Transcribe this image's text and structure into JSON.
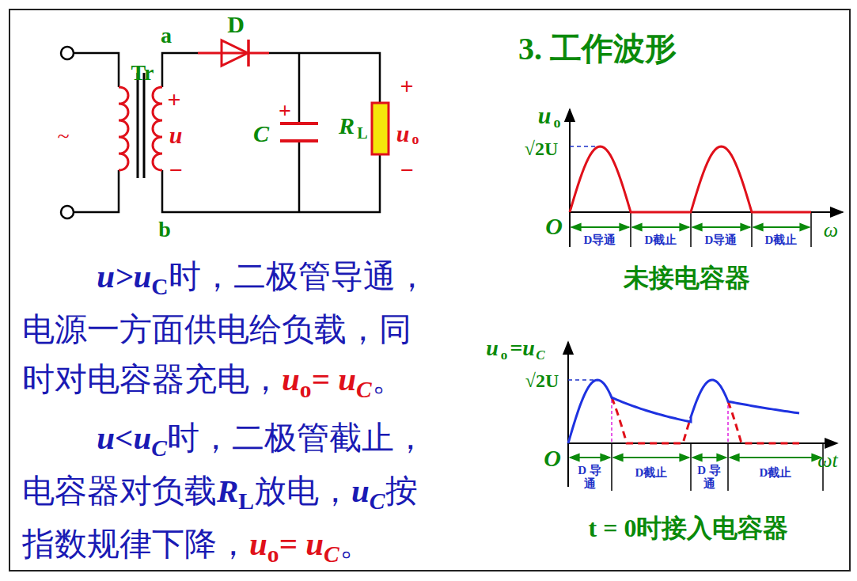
{
  "diagram": {
    "title": "3. 工作波形",
    "labels": [
      "a",
      "D",
      "Tr",
      "~",
      "+",
      "u",
      "−",
      "b",
      "+",
      "C",
      "R",
      "L",
      "+",
      "u",
      "o",
      "−",
      "u>u",
      "C",
      "时，二极管导通，电源一方面供电给负载，同时对电容器充电，",
      "u",
      "o",
      "= u",
      "C",
      "。",
      "u<u",
      "C",
      "时，二极管截止，电容器对负载",
      "R",
      "L",
      "放电，",
      "u",
      "C",
      "按指数规律下降，",
      "u",
      "o",
      "= u",
      "C",
      "。",
      "u",
      "o",
      "√2U",
      "O",
      "ω",
      "D导通",
      "D截止",
      "D导通",
      "D截止",
      "未接电容器",
      "u",
      "o",
      "=u",
      "C",
      "√2U",
      "O",
      "ωt",
      "D 导通",
      "D截止",
      "D 导通",
      "D截止",
      "t = 0时接入电容器"
    ]
  }
}
